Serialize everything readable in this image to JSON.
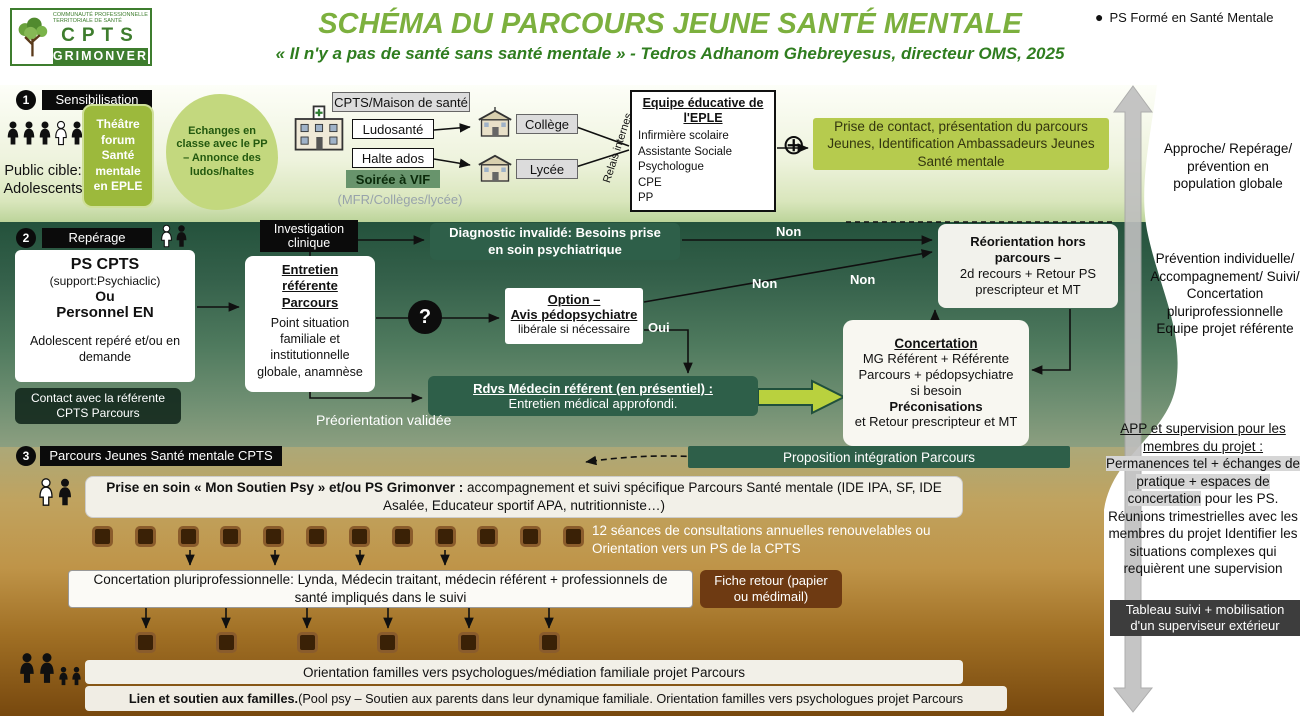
{
  "icons": {
    "legend_dot": "●",
    "question_mark": "?",
    "target": "⊕"
  },
  "header": {
    "org": "COMMUNAUTÉ PROFESSIONNELLE TERRITORIALE DE SANTÉ",
    "acronym": "CPTS",
    "name": "GRIMONVER",
    "title": "SCHÉMA DU PARCOURS JEUNE SANTÉ MENTALE",
    "subtitle": "« Il n'y a pas de santé sans santé mentale » - Tedros Adhanom Ghebreyesus, directeur OMS, 2025",
    "legend": "PS Formé en Santé Mentale"
  },
  "section1": {
    "number": "1",
    "label": "Sensibilisation",
    "public_cible_line1": "Public cible:",
    "public_cible_line2": "Adolescents",
    "theatre": "Théâtre forum Santé mentale en EPLE",
    "cloud": "Echanges en classe avec le PP – Annonce des ludos/haltes",
    "cpts_maison": "CPTS/Maison de santé",
    "ludosante": "Ludosanté",
    "halte_ados": "Halte ados",
    "soiree_vif": "Soirée à VIF",
    "mfr": "(MFR/Collèges/lycée)",
    "college": "Collège",
    "lycee": "Lycée",
    "relais_internes": "Relais internes",
    "equipe_title": "Equipe éducative de l'EPLE",
    "equipe_items": [
      "Infirmière scolaire",
      "Assistante Sociale",
      "Psychologue",
      "CPE",
      "PP"
    ],
    "prise_contact": "Prise de contact, présentation du parcours Jeunes, Identification Ambassadeurs Jeunes Santé mentale",
    "note_droite": "Approche/ Repérage/ prévention en population globale"
  },
  "section2": {
    "number": "2",
    "label": "Repérage",
    "ps_cpts_titre": "PS CPTS",
    "ps_cpts_support": "(support:Psychiaclic)",
    "ou": "Ou",
    "personnel_en": "Personnel EN",
    "adolescent": "Adolescent repéré et/ou en demande",
    "contact_referente": "Contact avec la référente CPTS  Parcours",
    "investigation": "Investigation clinique",
    "entretien_titre": "Entretien référente Parcours",
    "entretien_texte": "Point situation familiale et institutionnelle globale, anamnèse",
    "diagnostic": "Diagnostic invalidé: Besoins prise en soin psychiatrique",
    "option_titre": "Option –",
    "option_sous_titre": "Avis pédopsychiatre",
    "option_texte": "libérale si nécessaire",
    "oui": "Oui",
    "non": "Non",
    "rdv_titre": "Rdvs Médecin référent (en présentiel) :",
    "rdv_texte": "Entretien médical approfondi.",
    "preorientation": "Préorientation validée",
    "reorientation_titre": "Réorientation hors parcours –",
    "reorientation_texte": "2d recours + Retour PS prescripteur et MT",
    "concertation_titre": "Concertation",
    "concertation_texte": "MG Référent + Référente Parcours + pédopsychiatre si besoin",
    "preconisations": "Préconisations",
    "concertation_fin": "et Retour prescripteur et MT",
    "note_droite": "Prévention individuelle/ Accompagnement/ Suivi/ Concertation pluriprofessionnelle Equipe projet référente"
  },
  "section3": {
    "number": "3",
    "label": "Parcours Jeunes Santé mentale CPTS",
    "proposition": "Proposition intégration Parcours",
    "prise_en_soin_gras": "Prise en soin « Mon Soutien Psy » et/ou PS Grimonver :",
    "prise_en_soin_texte": " accompagnement et suivi spécifique Parcours Santé mentale (IDE IPA, SF, IDE Asalée, Educateur sportif APA, nutritionniste…)",
    "seances": "12 séances de consultations annuelles renouvelables ou Orientation vers un PS de la CPTS",
    "concertation_pluri": "Concertation pluriprofessionnelle: Lynda, Médecin traitant, médecin référent + professionnels de santé impliqués dans le suivi",
    "fiche_retour": "Fiche retour (papier ou médimail)",
    "orientation_familles": "Orientation familles vers psychologues/médiation familiale projet Parcours",
    "lien_gras": "Lien et soutien aux familles.",
    "lien_texte": " (Pool psy – Soutien aux parents dans leur dynamique familiale.  Orientation familles vers psychologues projet Parcours"
  },
  "panneau_droit": {
    "app_ligne1": "APP et supervision pour les membres du projet :",
    "app_ligne2": "Permanences tel + échanges de pratique + espaces de concertation",
    "app_ligne3": "pour les PS. Réunions trimestrielles avec les membres du projet",
    "app_ligne4": "Identifier les situations complexes qui requièrent une supervision",
    "tableau": "Tableau suivi + mobilisation d'un superviseur extérieur"
  }
}
